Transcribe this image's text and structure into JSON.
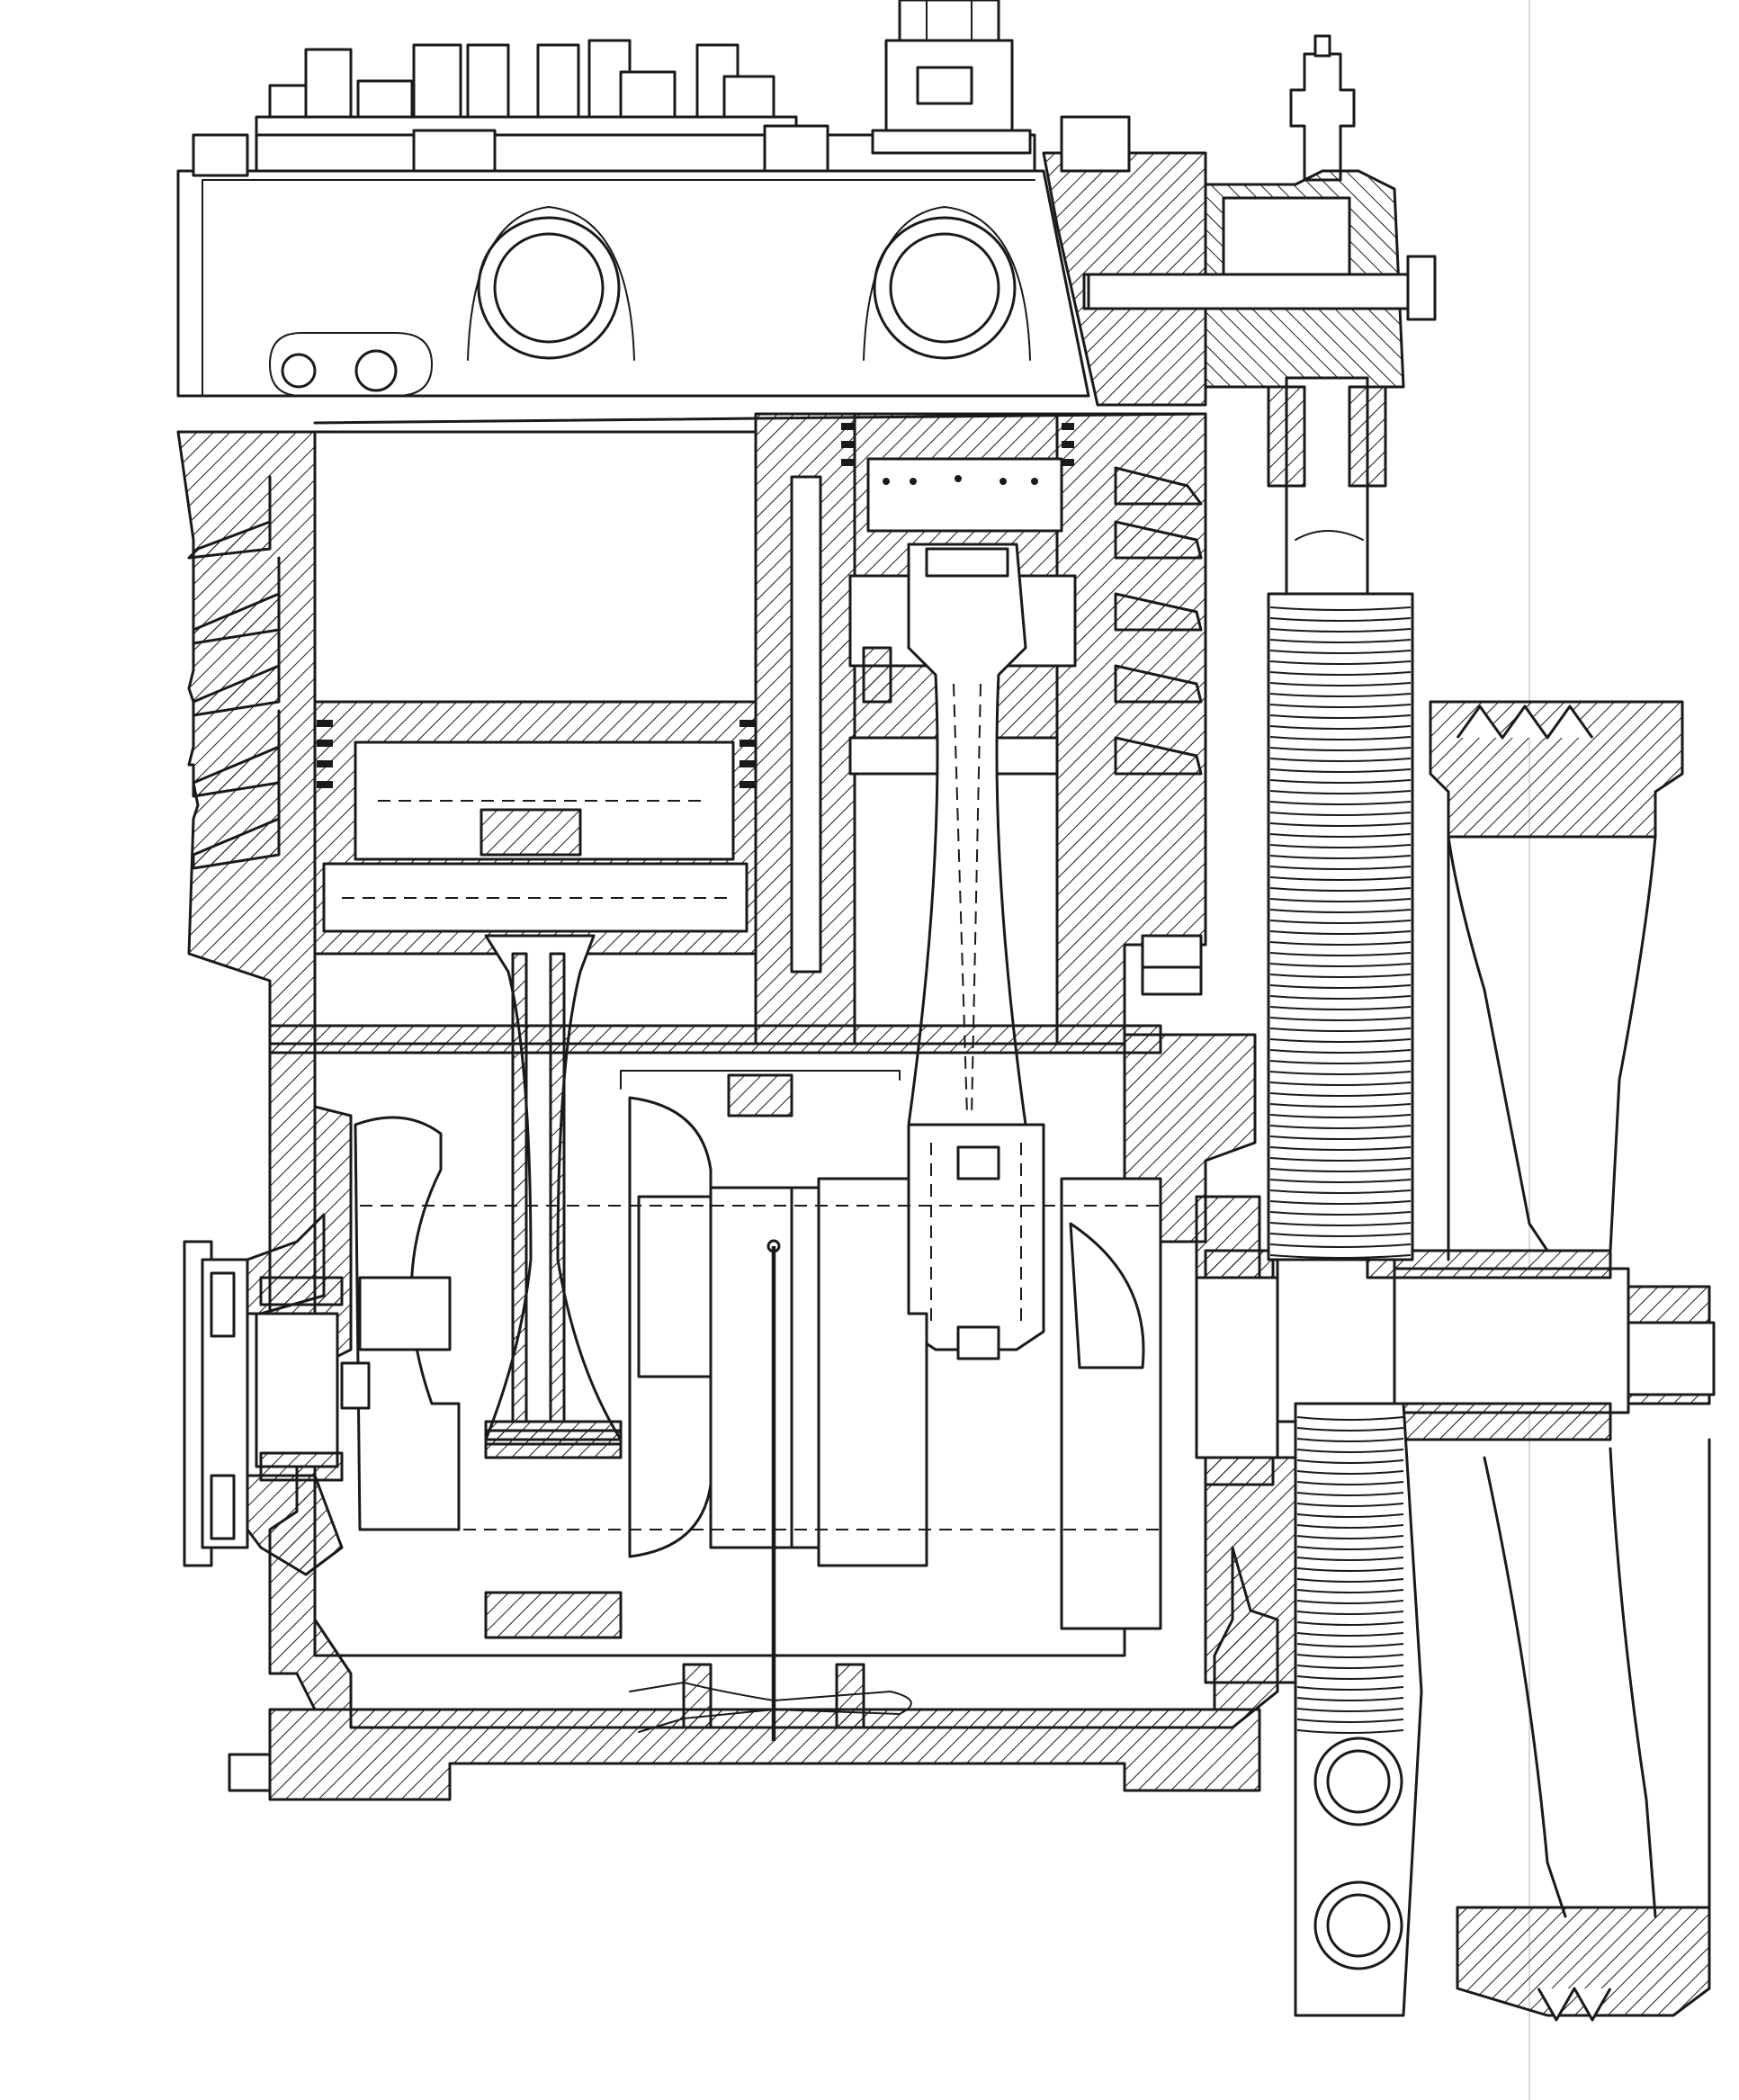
{
  "figure": {
    "subject": "air-compressor-sectional-drawing",
    "style": "black-and-white line art with hatched cross-sections",
    "colors": {
      "line": "#1a1a1a",
      "background": "#ffffff",
      "hatch": "#1a1a1a"
    }
  },
  "components": [
    {
      "id": "cylinder-head",
      "icon": "cylinder-head-icon"
    },
    {
      "id": "head-cap-nuts",
      "icon": "hex-nut-icon"
    },
    {
      "id": "unloader-valve",
      "icon": "valve-icon"
    },
    {
      "id": "cooling-fins",
      "icon": "fins-icon"
    },
    {
      "id": "piston-left",
      "icon": "piston-icon"
    },
    {
      "id": "piston-right",
      "icon": "piston-icon"
    },
    {
      "id": "connecting-rod-left",
      "icon": "rod-icon"
    },
    {
      "id": "connecting-rod-right",
      "icon": "rod-icon"
    },
    {
      "id": "crankshaft",
      "icon": "crankshaft-icon"
    },
    {
      "id": "main-bearing-left",
      "icon": "bearing-icon"
    },
    {
      "id": "main-bearing-right",
      "icon": "bearing-icon"
    },
    {
      "id": "crankcase",
      "icon": "housing-icon"
    },
    {
      "id": "oil-dipstick",
      "icon": "dipstick-icon"
    },
    {
      "id": "drive-pulley",
      "icon": "pulley-icon"
    },
    {
      "id": "flexible-hose",
      "icon": "hose-icon"
    },
    {
      "id": "governor-fitting",
      "icon": "fitting-icon"
    }
  ]
}
